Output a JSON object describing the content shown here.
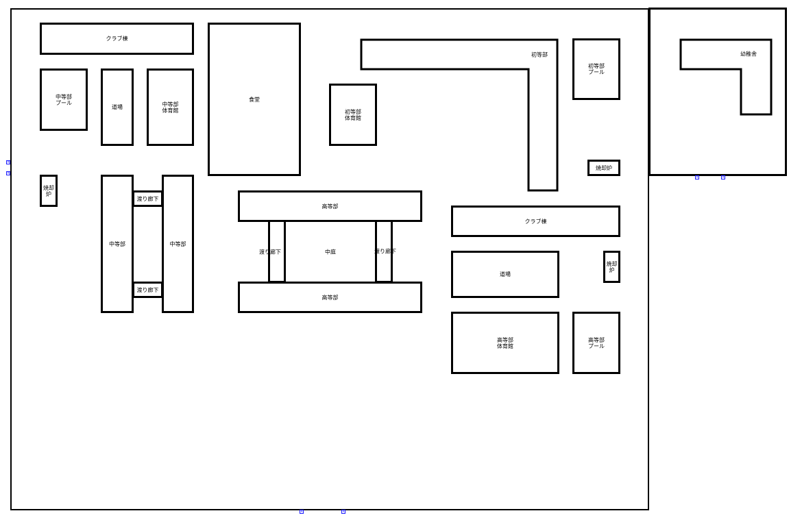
{
  "buildings": {
    "club_left": "クラブ棟",
    "pool_middle": "中等部\nプール",
    "dojo_left": "道場",
    "gym_middle": "中等部\n体育館",
    "cafeteria": "食堂",
    "incinerator_left": "焼却炉",
    "middle_left": "中等部",
    "middle_right": "中等部",
    "corridor_top": "渡り廊下",
    "corridor_bottom": "渡り廊下",
    "high_top": "高等部",
    "high_bottom": "高等部",
    "corridor_c1": "渡り廊下",
    "corridor_c2": "渡り廊下",
    "courtyard": "中庭",
    "gym_elementary": "初等部\n体育館",
    "elementary": "初等部",
    "pool_elementary": "初等部\nプール",
    "incinerator_top": "焼却炉",
    "club_right": "クラブ棟",
    "incinerator_right": "焼却炉",
    "dojo_right": "道場",
    "gym_high": "高等部\n体育館",
    "pool_high": "高等部\nプール",
    "kindergarten": "幼稚舎"
  }
}
